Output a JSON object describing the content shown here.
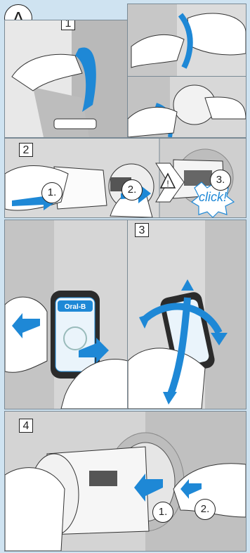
{
  "section": {
    "label": "A"
  },
  "steps": {
    "s1": "1",
    "s2": "2",
    "s3": "3",
    "s4": "4"
  },
  "callouts": {
    "panel2_first": "1.",
    "panel2_second": "2.",
    "panel2_third": "3.",
    "panel4_first": "1.",
    "panel4_second": "2."
  },
  "warning": {
    "symbol": "!"
  },
  "click_label": "click!",
  "brand": {
    "logo_text": "Oral-B"
  },
  "colors": {
    "accent": "#1e88d6",
    "background": "#cfe3f1",
    "arrow": "#1e88d6"
  }
}
